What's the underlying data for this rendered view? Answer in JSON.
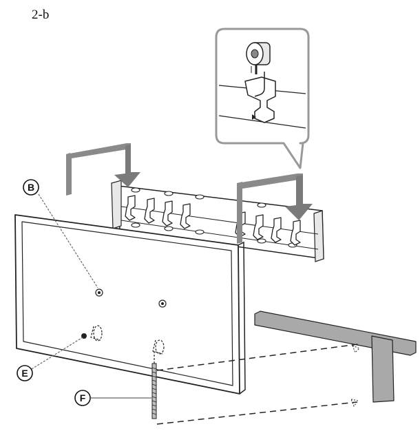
{
  "step": "2-b",
  "callouts": {
    "b": "B",
    "e": "E",
    "f": "F"
  },
  "colors": {
    "line": "#1a1a1a",
    "arrow": "#808080",
    "bracket": "#a9a9a9"
  }
}
